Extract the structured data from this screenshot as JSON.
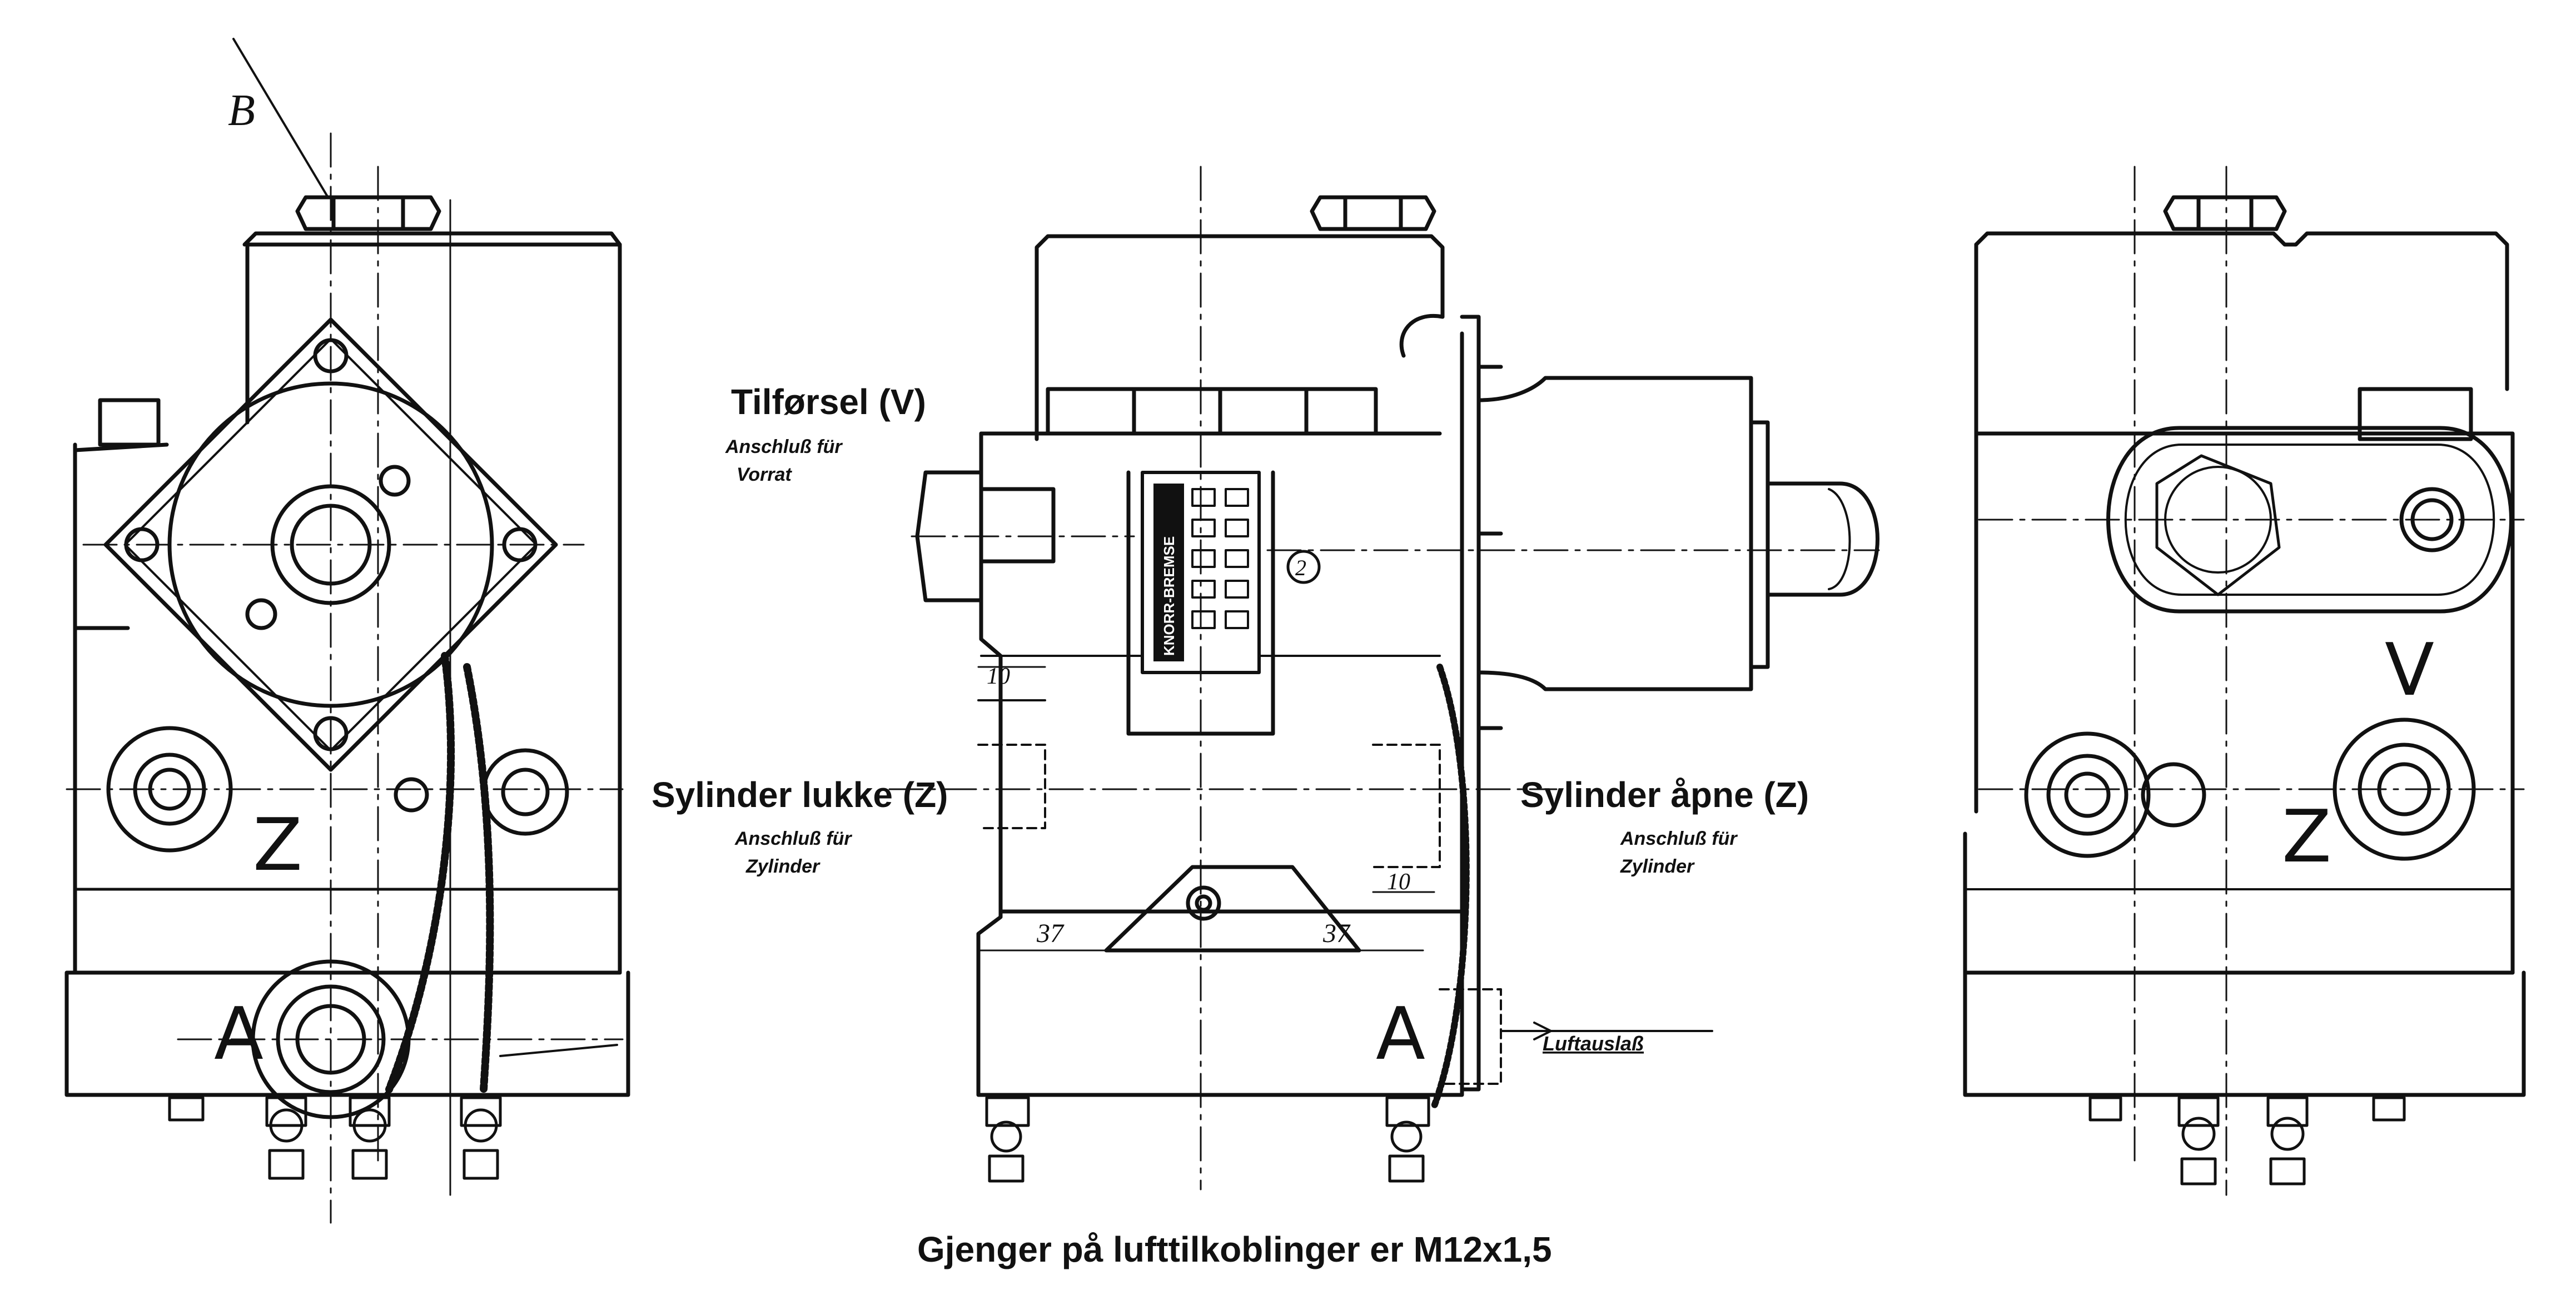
{
  "labels": {
    "supply": "Tilførsel (V)",
    "supply_sub_1": "Anschluß für",
    "supply_sub_2": "Vorrat",
    "cyl_close": "Sylinder lukke (Z)",
    "cyl_close_sub_1": "Anschluß für",
    "cyl_close_sub_2": "Zylinder",
    "cyl_open": "Sylinder åpne (Z)",
    "cyl_open_sub_1": "Anschluß für",
    "cyl_open_sub_2": "Zylinder",
    "air_outlet": "Luftauslaß",
    "caption": "Gjenger på lufttilkoblinger er M12x1,5"
  },
  "markings": {
    "left_B": "B",
    "left_Z": "Z",
    "left_A": "A",
    "center_A": "A",
    "right_V": "V",
    "right_Z": "Z",
    "dim_37": "37",
    "dim_10": "10",
    "circle_2": "2",
    "plate_brand": "KNORR-BREMSE"
  },
  "colors": {
    "ink": "#111111",
    "paper": "#ffffff"
  }
}
